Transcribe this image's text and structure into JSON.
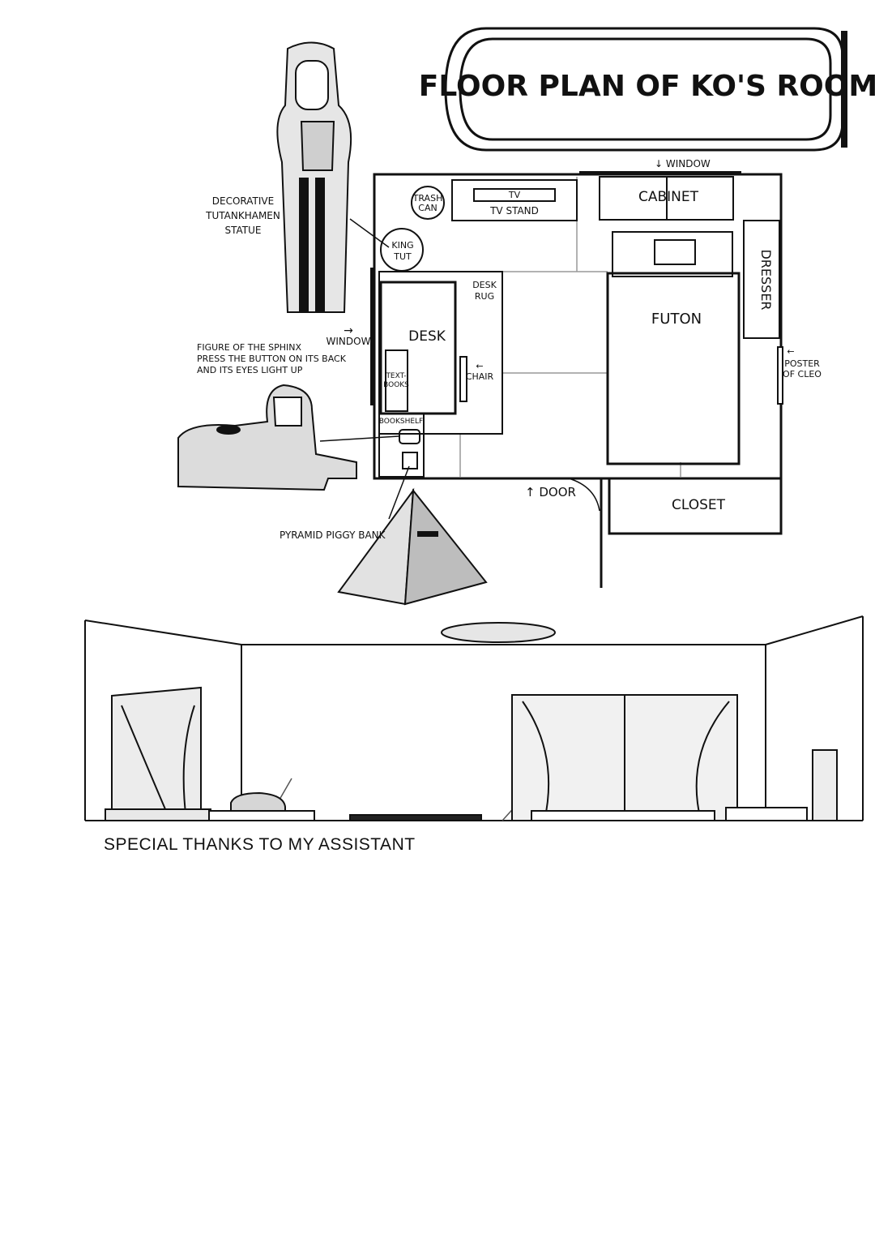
{
  "title": "FLOOR PLAN OF KO'S ROOM",
  "plan": {
    "window_top": "↓ WINDOW",
    "window_left": "WINDOW",
    "window_left_arrow": "→",
    "trash_can": [
      "TRASH",
      "CAN"
    ],
    "tv": "TV",
    "tv_stand": "TV STAND",
    "cabinet": "CABINET",
    "king_tut": [
      "KING",
      "TUT"
    ],
    "dresser": "DRESSER",
    "desk_rug": [
      "DESK",
      "RUG"
    ],
    "desk": "DESK",
    "futon": "FUTON",
    "textbooks": [
      "TEXT-",
      "BOOKS"
    ],
    "chair": "CHAIR",
    "chair_arrow": "←",
    "poster_arrow": "←",
    "poster": [
      "POSTER",
      "OF CLEO"
    ],
    "bookshelf": "BOOKSHELF",
    "door": "↑ DOOR",
    "closet": "CLOSET"
  },
  "callouts": {
    "statue": [
      "DECORATIVE",
      "TUTANKHAMEN",
      "STATUE"
    ],
    "sphinx": [
      "FIGURE OF THE SPHINX",
      "PRESS THE BUTTON ON ITS BACK",
      "AND ITS EYES LIGHT UP"
    ],
    "pyramid": "PYRAMID PIGGY BANK"
  },
  "footer": "SPECIAL THANKS TO MY ASSISTANT",
  "colors": {
    "ink": "#111111",
    "paper": "#ffffff",
    "tone": "#c9c9c9",
    "light_tone": "#e6e6e6"
  }
}
